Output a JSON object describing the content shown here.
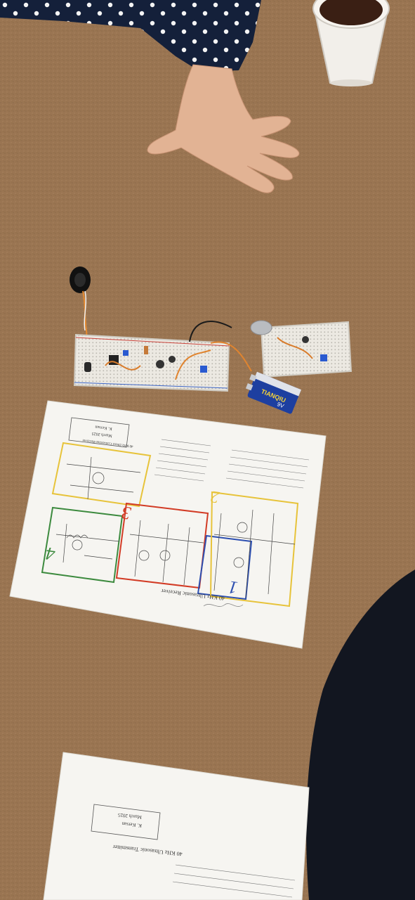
{
  "colors": {
    "carpet": "#9a7552",
    "carpet_dark": "#7d5c3f",
    "paper": "#f6f5f1",
    "section_1": "#2d4fb0",
    "section_2": "#e7c33a",
    "section_3": "#d23b25",
    "section_4": "#3c8a3e",
    "breadboard": "#ece9e2",
    "battery": "#1d3fa0",
    "sleeve": "#14203a",
    "skin": "#e4b596",
    "cup": "#f2efea",
    "jacket": "#121620"
  },
  "receiver_sheet": {
    "title": "40 KHz Ultrasonic Receiver",
    "author": "K. Kersan",
    "date": "March 2025",
    "subtitle": "40 KHz Direct Conversion Receiver",
    "section_numbers": [
      "1",
      "2",
      "3",
      "4"
    ]
  },
  "battery": {
    "brand": "TIANQIU",
    "voltage": "9V"
  },
  "transmitter_sheet": {
    "title": "40 KHz Ultrasonic Transmitter",
    "author": "K. Kersan",
    "date": "March 2025"
  }
}
